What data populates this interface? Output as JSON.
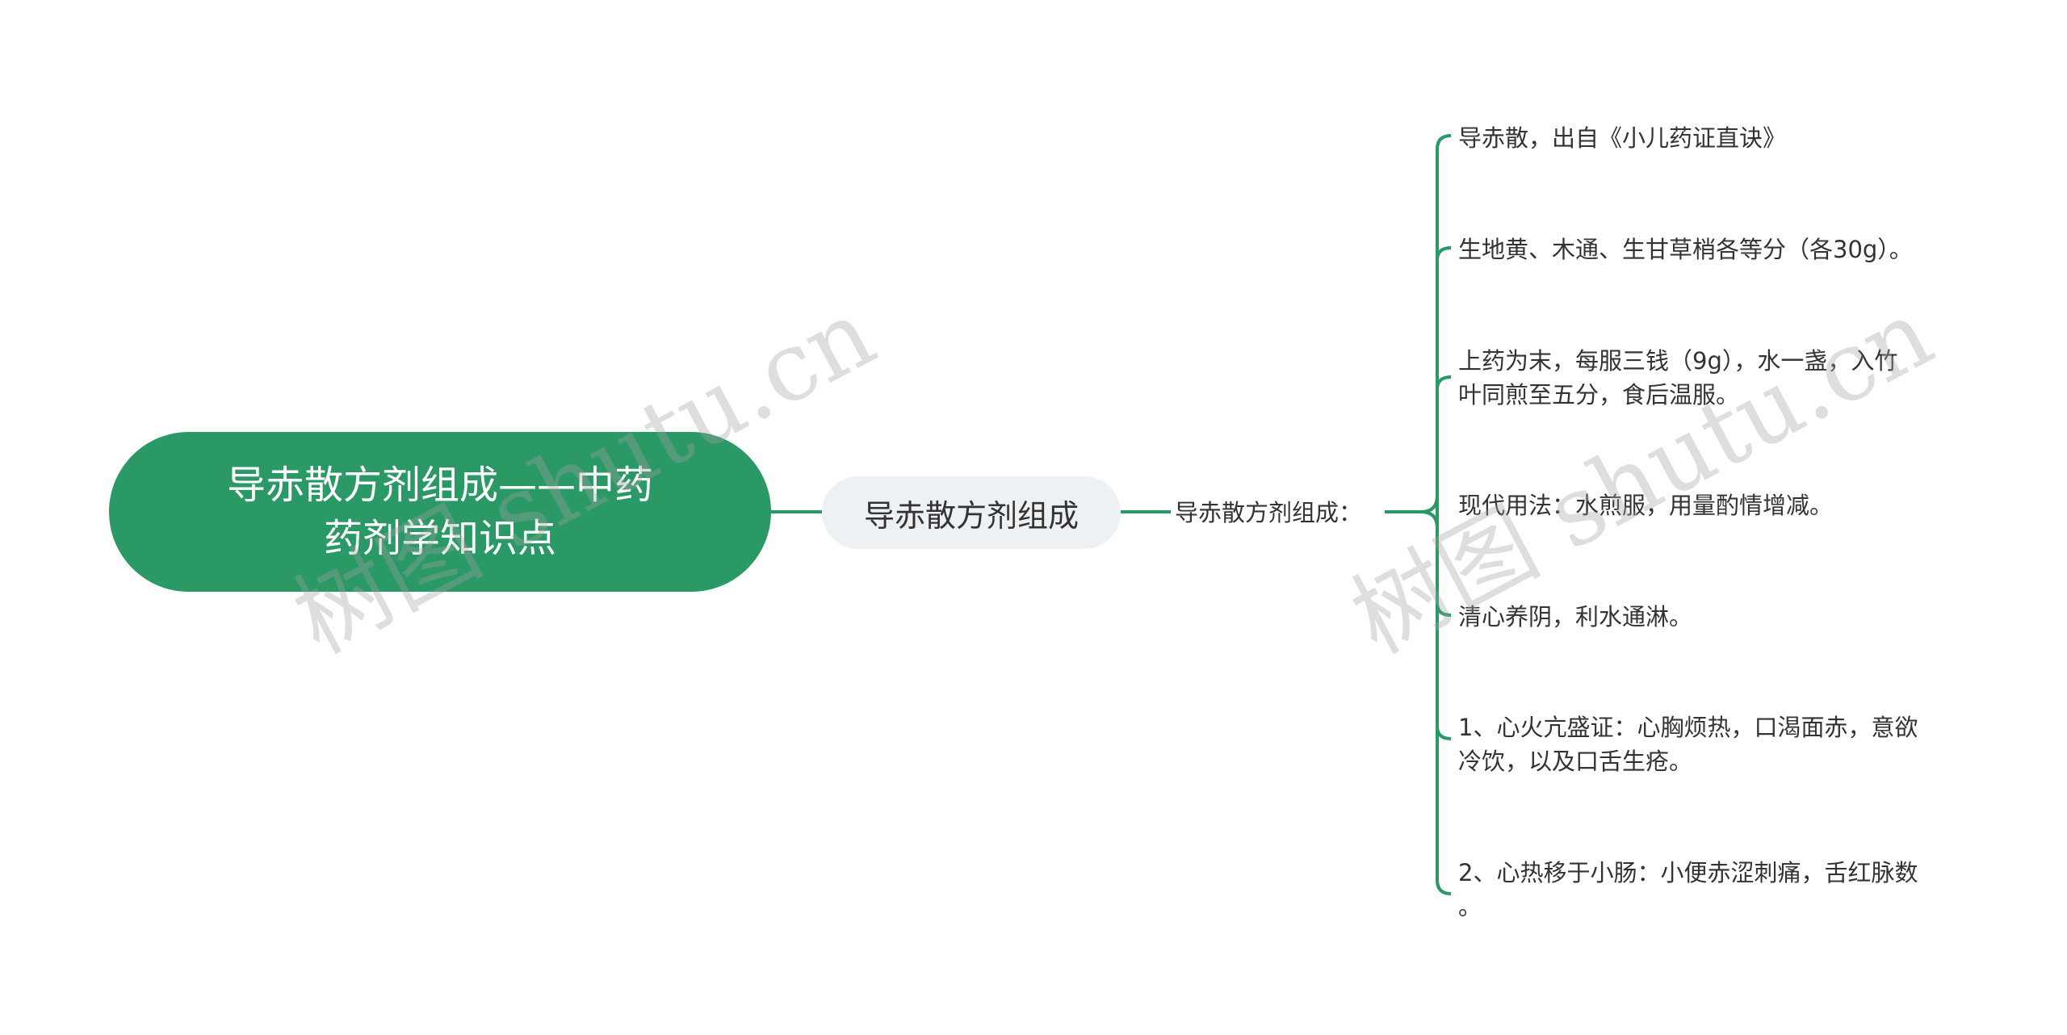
{
  "root": {
    "lines": [
      "导赤散方剂组成——中药",
      "药剂学知识点"
    ]
  },
  "branch": {
    "label": "导赤散方剂组成"
  },
  "mid": {
    "label": "导赤散方剂组成："
  },
  "leaves": [
    {
      "lines": [
        "导赤散，出自《小儿药证直诀》"
      ]
    },
    {
      "lines": [
        "生地黄、木通、生甘草梢各等分（各30g）。"
      ]
    },
    {
      "lines": [
        "上药为末，每服三钱（9g），水一盏，入竹",
        "叶同煎至五分，食后温服。"
      ]
    },
    {
      "lines": [
        "现代用法：水煎服，用量酌情增减。"
      ]
    },
    {
      "lines": [
        "清心养阴，利水通淋。"
      ]
    },
    {
      "lines": [
        "1、心火亢盛证：心胸烦热，口渴面赤，意欲",
        "冷饮，以及口舌生疮。"
      ]
    },
    {
      "lines": [
        "2、心热移于小肠：小便赤涩刺痛，舌红脉数",
        "。"
      ]
    }
  ],
  "watermarks": [
    "树图 shutu.cn",
    "树图 shutu.cn"
  ],
  "colors": {
    "accent": "#2a9966",
    "line": "#2a9966",
    "sub_bg": "#eef1f4",
    "text": "#333333"
  }
}
